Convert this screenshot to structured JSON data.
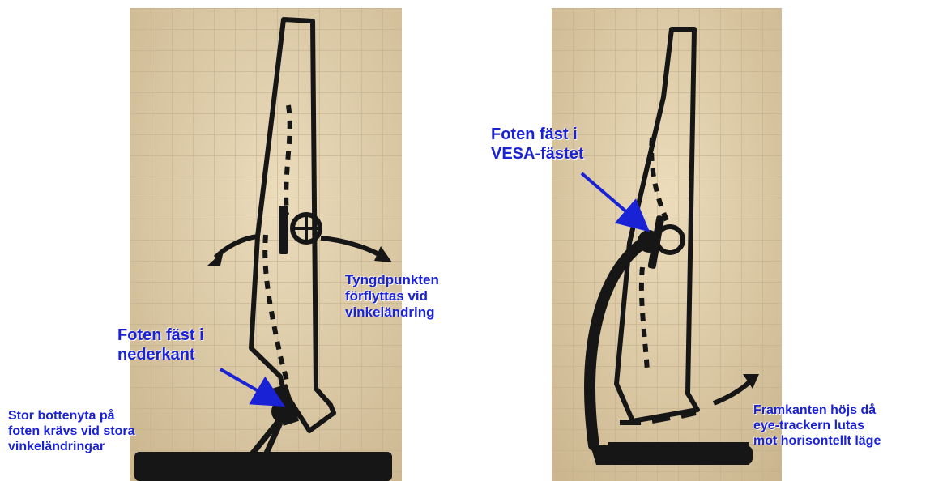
{
  "colors": {
    "paper": "#e3d3b3",
    "grid": "#c2b08e",
    "ink": "#161616",
    "annotation": "#1a22d6"
  },
  "left_photo": {
    "labels": {
      "foot_bottom": "Foten fäst i\nnederkant",
      "center_of_gravity": "Tyngdpunkten\nförflyttas vid\nvinkeländring",
      "base_area": "Stor bottenyta på\nfoten krävs vid stora\nvinkeländringar"
    }
  },
  "right_photo": {
    "labels": {
      "foot_vesa": "Foten fäst i\nVESA-fästet",
      "front_edge": "Framkanten höjs då\neye-trackern lutas\nmot horisontellt läge"
    }
  }
}
